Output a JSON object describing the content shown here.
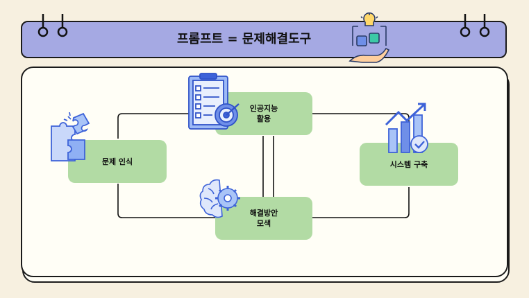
{
  "header": {
    "title": "프롬프트 = 문제해결도구"
  },
  "nodes": {
    "problem": "문제 인식",
    "ai": "인공지능\n활용",
    "solution": "해결방안\n모색",
    "system": "시스템 구축"
  },
  "colors": {
    "header_bg": "#a5a9e3",
    "node_bg": "#b2dba4",
    "icon_blue": "#4f7cf2",
    "icon_light": "#a9c4f7",
    "page_bg": "#f7f0e0"
  },
  "icons": [
    "puzzle-icon",
    "clipboard-target-icon",
    "brain-gear-icon",
    "chart-growth-icon",
    "idea-puzzle-hand-icon"
  ]
}
